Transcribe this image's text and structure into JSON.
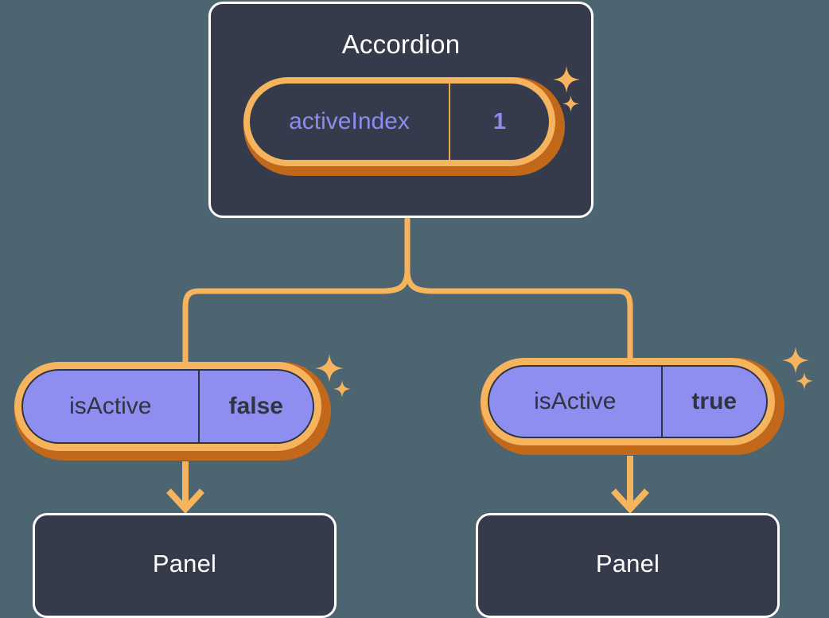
{
  "background_color": "#4c6570",
  "palette": {
    "card_fill": "#353b4a",
    "card_border": "#ffffff",
    "connector": "#f7b45e",
    "ring_light": "#f7b45e",
    "ring_dark": "#c2681a",
    "state_fill": "#8e8ef0",
    "state_text": "#2e3440",
    "accent_text": "#8b8bf0",
    "sparkle": "#f7b45e"
  },
  "tree": {
    "root": {
      "title": "Accordion",
      "state": {
        "key": "activeIndex",
        "value": "1"
      },
      "sparkles": [
        "sparkle-large",
        "sparkle-small"
      ]
    },
    "branches": [
      {
        "state": {
          "key": "isActive",
          "value": "false"
        },
        "child": {
          "title": "Panel"
        },
        "sparkles": [
          "sparkle-large",
          "sparkle-small"
        ]
      },
      {
        "state": {
          "key": "isActive",
          "value": "true"
        },
        "child": {
          "title": "Panel"
        },
        "sparkles": [
          "sparkle-large",
          "sparkle-small"
        ]
      }
    ]
  }
}
